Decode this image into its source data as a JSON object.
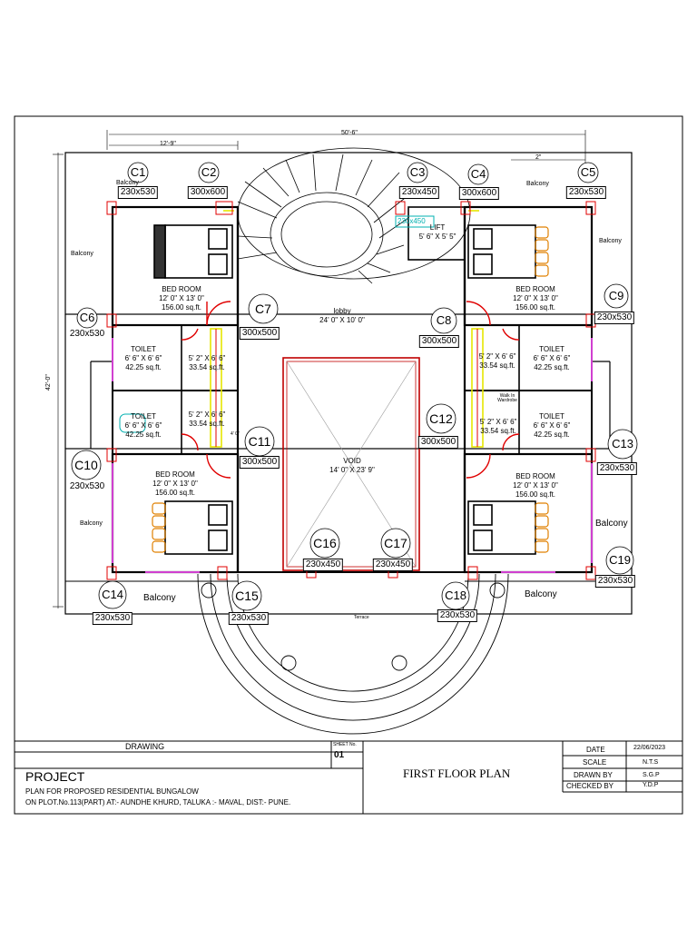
{
  "dimensions": {
    "overall": "50'-6\"",
    "left_part": "12'-9\"",
    "depth": "42'-0\"",
    "right_small": "2\""
  },
  "rooms": {
    "bed_tl": {
      "name": "BED ROOM",
      "size": "12' 0\" X 13' 0\"",
      "area": "156.00 sq.ft."
    },
    "bed_tr": {
      "name": "BED ROOM",
      "size": "12' 0\" X 13' 0\"",
      "area": "156.00 sq.ft."
    },
    "bed_bl": {
      "name": "BED ROOM",
      "size": "12' 0\" X 13' 0\"",
      "area": "156.00 sq.ft."
    },
    "bed_br": {
      "name": "BED ROOM",
      "size": "12' 0\" X 13' 0\"",
      "area": "156.00 sq.ft."
    },
    "lobby": {
      "name": "lobby",
      "size": "24' 0\" X 10' 0\""
    },
    "void": {
      "name": "VOID",
      "size": "14' 0\" X 23' 9\""
    },
    "lift": {
      "name": "LIFT",
      "size": "5' 6\" X 5' 5\""
    },
    "toilet_l1": {
      "name": "TOILET",
      "size": "6' 6\" X 6' 6\"",
      "area": "42.25 sq.ft."
    },
    "toilet_l2": {
      "name": "TOILET",
      "size": "6' 6\" X 6' 6\"",
      "area": "42.25 sq.ft."
    },
    "toilet_r1": {
      "name": "TOILET",
      "size": "6' 6\" X 6' 6\"",
      "area": "42.25 sq.ft."
    },
    "toilet_r2": {
      "name": "TOILET",
      "size": "6' 6\" X 6' 6\"",
      "area": "42.25 sq.ft."
    },
    "dress_l1": {
      "size": "5' 2\" X 6' 6\"",
      "area": "33.54 sq.ft."
    },
    "dress_l2": {
      "size": "5' 2\" X 6' 6\"",
      "area": "33.54 sq.ft."
    },
    "dress_r1": {
      "size": "5' 2\" X 6' 6\"",
      "area": "33.54 sq.ft."
    },
    "dress_r2": {
      "size": "5' 2\" X 6' 6\"",
      "area": "33.54 sq.ft."
    },
    "walkin": "Walk In Wardrobe",
    "balconies": {
      "top_left": "Balcony",
      "top_right": "Balcony",
      "left": "Balcony",
      "right": "Balcony",
      "left_lower": "Balcony",
      "right_lower": "Balcony",
      "bottom_left": "Balcony",
      "bottom_right": "Balcony"
    },
    "terrace": "Terrace",
    "small_note": "4' 0\""
  },
  "columns": [
    {
      "id": "C1",
      "size": "230x530"
    },
    {
      "id": "C2",
      "size": "300x600"
    },
    {
      "id": "C3",
      "size": "230x450"
    },
    {
      "id": "C4",
      "size": "300x600"
    },
    {
      "id": "C5",
      "size": "230x530"
    },
    {
      "id": "C6",
      "size": "230x530"
    },
    {
      "id": "C7",
      "size": "300x500"
    },
    {
      "id": "C8",
      "size": "300x500"
    },
    {
      "id": "C9",
      "size": "230x530"
    },
    {
      "id": "C10",
      "size": "230x530"
    },
    {
      "id": "C11",
      "size": "300x500"
    },
    {
      "id": "C12",
      "size": "300x500"
    },
    {
      "id": "C13",
      "size": "230x530"
    },
    {
      "id": "C14",
      "size": "230x530"
    },
    {
      "id": "C15",
      "size": "230x530"
    },
    {
      "id": "C16",
      "size": "230x450"
    },
    {
      "id": "C17",
      "size": "230x450"
    },
    {
      "id": "C18",
      "size": "230x530"
    },
    {
      "id": "C19",
      "size": "230x530"
    }
  ],
  "lift_col": "230x450",
  "title_block": {
    "drawing_label": "DRAWING",
    "sheet_label": "SHEET No.",
    "sheet_no": "01",
    "project_label": "PROJECT",
    "project_line1": "PLAN  FOR  PROPOSED  RESIDENTIAL BUNGALOW",
    "project_line2": "ON PLOT.No.113(PART) AT:-  AUNDHE KHURD,  TALUKA :- MAVAL, DIST:- PUNE.",
    "drawing_title": "FIRST FLOOR PLAN",
    "rows": [
      {
        "label": "DATE",
        "value": "22/06/2023"
      },
      {
        "label": "SCALE",
        "value": "N.T.S"
      },
      {
        "label": "DRAWN BY",
        "value": "S.G.P"
      },
      {
        "label": "CHECKED BY",
        "value": "Y.D.P"
      }
    ]
  },
  "colors": {
    "wall": "#000000",
    "door": "#e00000",
    "window": "#d040d0",
    "fixture": "#e6e600",
    "furniture": "#e08000",
    "void": "#c00000",
    "cyan": "#00b0b0"
  }
}
